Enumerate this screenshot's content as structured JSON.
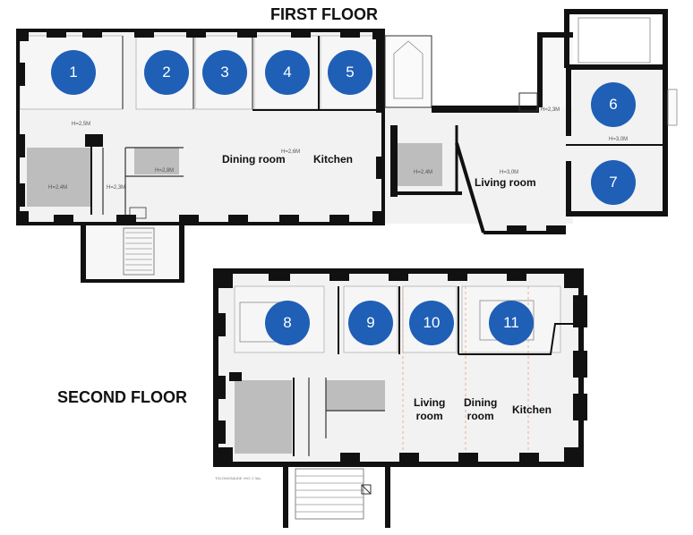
{
  "titles": {
    "first_floor": "FIRST FLOOR",
    "second_floor": "SECOND FLOOR"
  },
  "rooms": {
    "first_dining": "Dining room",
    "first_kitchen": "Kitchen",
    "first_living": "Living  room",
    "second_living_1": "Living",
    "second_living_2": "room",
    "second_dining_1": "Dining",
    "second_dining_2": "room",
    "second_kitchen": "Kitchen"
  },
  "heights": {
    "h_corridor": "H=2,5M",
    "h_dining": "H=2,6M",
    "h_bath_left": "H=2,4M",
    "h_wc": "H=2,8M",
    "h_hall": "H=2,3M",
    "h_bath_mid": "H=2,4M",
    "h_living": "H=3,0M",
    "h_room6": "H=3,0M",
    "h_stair": "H=2,3M"
  },
  "bedrooms": [
    "1",
    "2",
    "3",
    "4",
    "5",
    "6",
    "7",
    "8",
    "9",
    "10",
    "11"
  ],
  "credit": "TOLONGSAUDE HVC 2 3AL",
  "colors": {
    "badge": "#1f5fb6",
    "wall": "#111111",
    "floor": "#f2f2f2",
    "bathroom": "#bdbdbd"
  }
}
